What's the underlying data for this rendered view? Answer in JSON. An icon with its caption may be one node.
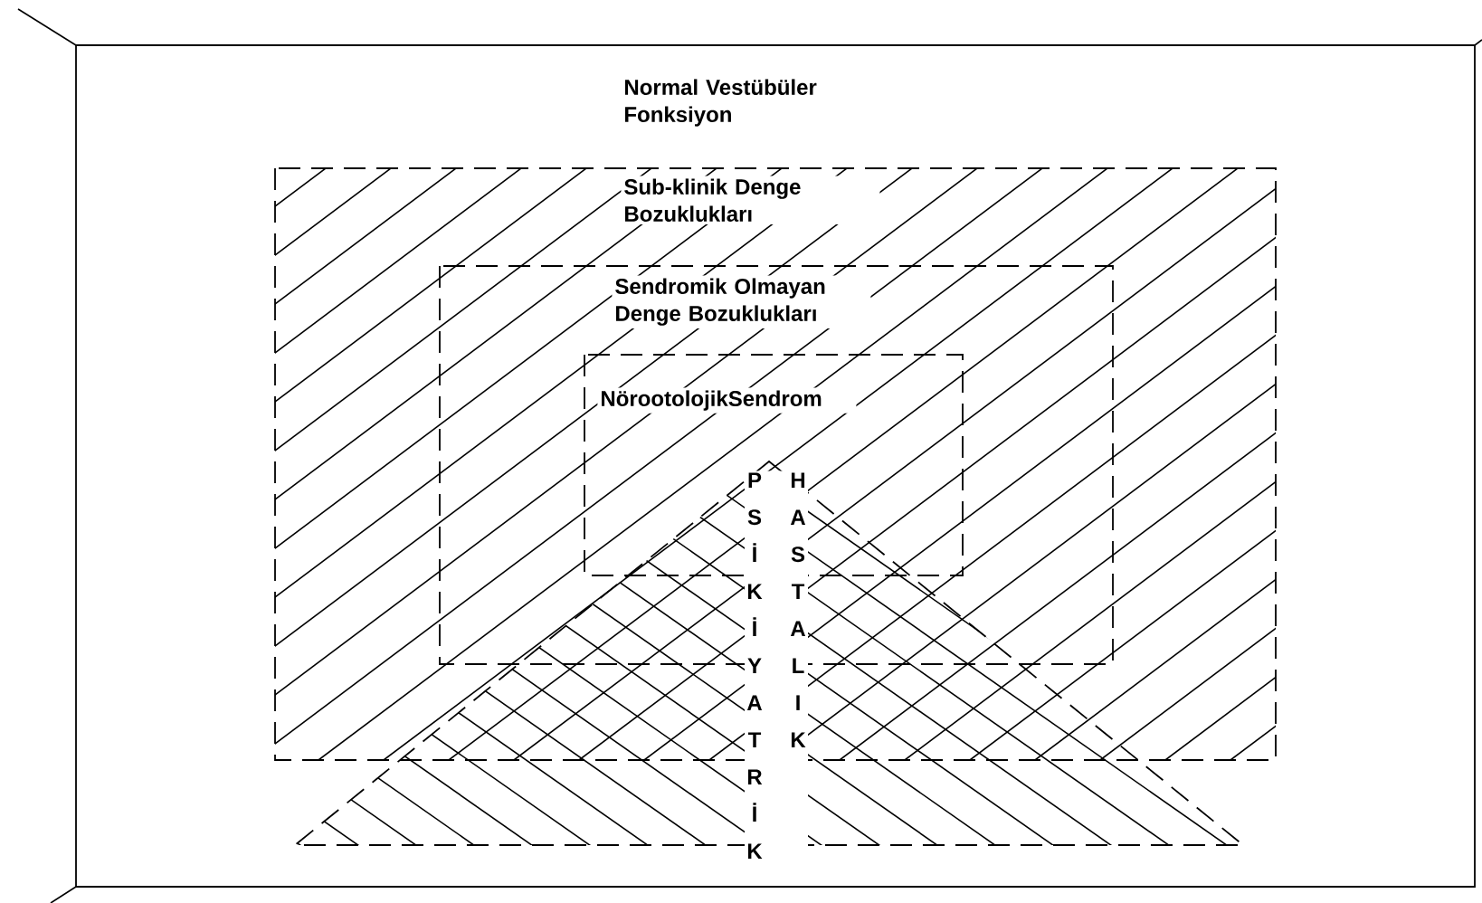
{
  "diagram": {
    "nodes": [
      {
        "text": [
          "Normal Vestübüler Fonksiyon"
        ]
      },
      {
        "text": [
          "Sub-klinik Denge Bozuklukları"
        ],
        "in": 0
      },
      {
        "text": [
          "Sendromik Olmayan Denge Bozuklukları"
        ],
        "in": 1
      },
      {
        "text": [
          "NörootolojikSendrom"
        ],
        "in": 2
      },
      {
        "text": [
          "PSİKİYATRİK",
          "HASTALIK"
        ],
        "in": 0
      }
    ]
  }
}
